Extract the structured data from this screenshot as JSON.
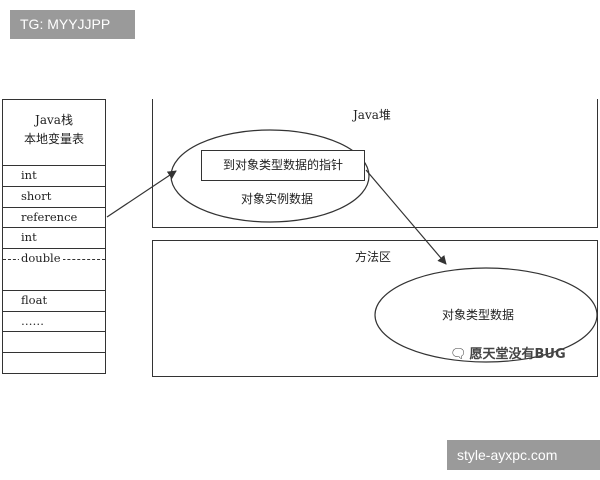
{
  "watermarks": {
    "top": "TG: MYYJJPP",
    "bottom": "style-ayxpc.com",
    "author_icon": "wechat-icon",
    "author": "愿天堂没有BUG"
  },
  "stack": {
    "title_line1": "Java栈",
    "title_line2": "本地变量表",
    "rows": [
      "int",
      "short",
      "reference",
      "int",
      "double",
      "float",
      "……",
      "",
      ""
    ]
  },
  "heap": {
    "title": "Java堆",
    "pointer_box": "到对象类型数据的指针",
    "instance_label": "对象实例数据"
  },
  "method_area": {
    "title": "方法区",
    "type_label": "对象类型数据"
  }
}
